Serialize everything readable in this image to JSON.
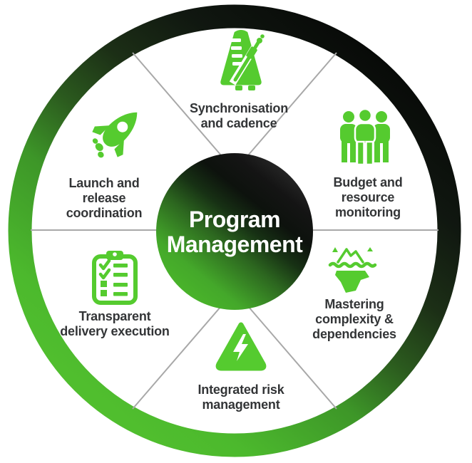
{
  "center": {
    "title": "Program\nManagement"
  },
  "segments": [
    {
      "icon": "metronome-icon",
      "label": "Synchronisation\nand cadence"
    },
    {
      "icon": "team-icon",
      "label": "Budget and\nresource\nmonitoring"
    },
    {
      "icon": "iceberg-icon",
      "label": "Mastering\ncomplexity &\ndependencies"
    },
    {
      "icon": "warning-bolt-icon",
      "label": "Integrated risk\nmanagement"
    },
    {
      "icon": "clipboard-checklist-icon",
      "label": "Transparent\ndelivery execution"
    },
    {
      "icon": "rocket-icon",
      "label": "Launch and\nrelease\ncoordination"
    }
  ],
  "colors": {
    "icon_green": "#55cb2f",
    "ring_green": "#56c52f",
    "ring_black": "#050505",
    "label_text": "#333537",
    "center_text": "#ffffff",
    "divider_gray": "#a8a8a8"
  }
}
